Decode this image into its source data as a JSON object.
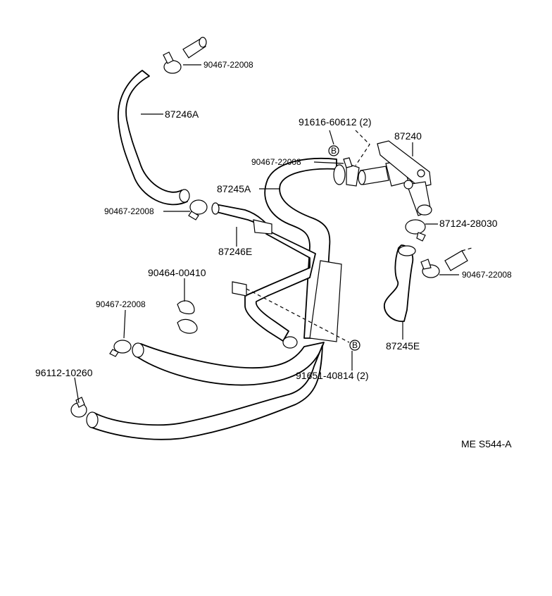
{
  "labels": {
    "p_90467_22008_top": "90467-22008",
    "p_87246A": "87246A",
    "p_91616_60612": "91616-60612 (2)",
    "p_87240": "87240",
    "p_90467_22008_mid": "90467-22008",
    "p_87245A": "87245A",
    "p_90467_22008_left": "90467-22008",
    "p_87124_28030": "87124-28030",
    "p_87246E": "87246E",
    "p_90467_22008_right": "90467-22008",
    "p_90464_00410": "90464-00410",
    "p_90467_22008_lower": "90467-22008",
    "p_87245E": "87245E",
    "p_96112_10260": "96112-10260",
    "p_91651_40814": "91651-40814 (2)",
    "ref_code": "ME S544-A"
  },
  "bolt_marks": {
    "b1": "B",
    "b2": "B"
  }
}
